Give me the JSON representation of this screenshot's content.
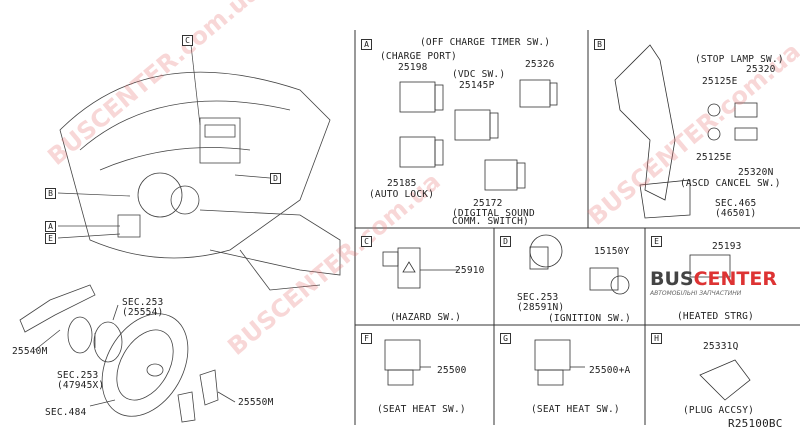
{
  "diagram_id": "R25100BC",
  "overview": {
    "callouts": [
      "A",
      "B",
      "C",
      "D",
      "E"
    ],
    "parts": [
      {
        "num": "25540M"
      },
      {
        "num": "SEC.253",
        "sub": "(25554)"
      },
      {
        "num": "SEC.253",
        "sub": "(47945X)"
      },
      {
        "num": "SEC.484"
      },
      {
        "num": "25550M"
      }
    ]
  },
  "panels": {
    "A": {
      "letter": "A",
      "title": "(OFF CHARGE TIMER SW.)",
      "charge_port": "(CHARGE PORT)",
      "p1": "25198",
      "vdc": "(VDC SW.)",
      "p2": "25145P",
      "p3": "25326",
      "p4": "25185",
      "auto_lock": "(AUTO LOCK)",
      "p5": "25172",
      "digital1": "(DIGITAL SOUND",
      "digital2": "COMM. SWITCH)"
    },
    "B": {
      "letter": "B",
      "stop_lamp": "(STOP LAMP SW.)",
      "p1": "25320",
      "p2": "25125E",
      "p3": "25125E",
      "p4": "25320N",
      "ascd": "(ASCD CANCEL SW.)",
      "sec": "SEC.465",
      "sec_sub": "(46501)"
    },
    "C": {
      "letter": "C",
      "part": "25910",
      "caption": "(HAZARD SW.)"
    },
    "D": {
      "letter": "D",
      "part1": "15150Y",
      "sec": "SEC.253",
      "sec_sub": "(28591N)",
      "caption": "(IGNITION SW.)"
    },
    "E": {
      "letter": "E",
      "part": "25193",
      "caption": "(HEATED STRG)"
    },
    "F": {
      "letter": "F",
      "part": "25500",
      "caption": "(SEAT HEAT SW.)"
    },
    "G": {
      "letter": "G",
      "part": "25500+A",
      "caption": "(SEAT HEAT SW.)"
    },
    "H": {
      "letter": "H",
      "part": "25331Q",
      "caption": "(PLUG ACCSY)"
    }
  },
  "watermark": {
    "brand_a": "BUS",
    "brand_b": "CENTER",
    "tagline": "АВТОМОБІЛЬНІ ЗАПЧАСТИНИ",
    "site": "BUSCENTER.com.ua"
  }
}
